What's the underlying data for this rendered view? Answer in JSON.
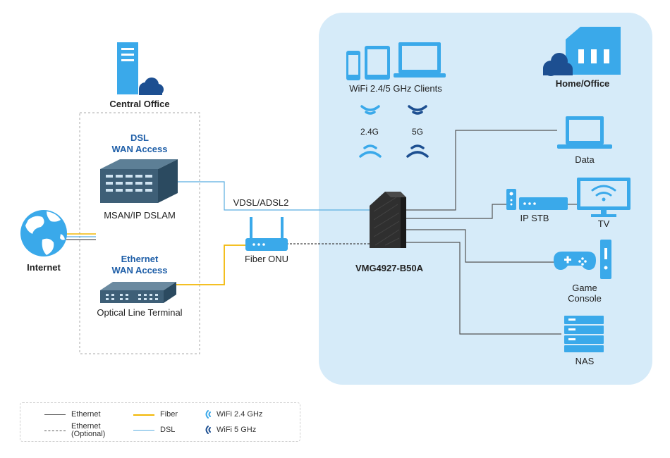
{
  "nodes": {
    "central_office": "Central Office",
    "dsl_wan": [
      "DSL",
      "WAN Access"
    ],
    "msan": "MSAN/IP DSLAM",
    "ethernet_wan": [
      "Ethernet",
      "WAN Access"
    ],
    "olt": "Optical Line Terminal",
    "internet": "Internet",
    "fiber_onu": "Fiber ONU",
    "vdsl": "VDSL/ADSL2",
    "router": "VMG4927-B50A",
    "wifi_clients": "WiFi 2.4/5 GHz Clients",
    "band_24": "2.4G",
    "band_5": "5G",
    "home_office": "Home/Office",
    "data": "Data",
    "ip_stb": "IP STB",
    "tv": "TV",
    "game_console": [
      "Game",
      "Console"
    ],
    "nas": "NAS"
  },
  "legend": {
    "ethernet": "Ethernet",
    "ethernet_optional": [
      "Ethernet",
      "(Optional)"
    ],
    "fiber": "Fiber",
    "dsl": "DSL",
    "wifi24": "WiFi 2.4 GHz",
    "wifi5": "WiFi 5 GHz"
  },
  "colors": {
    "home_bg": "#d6ebf9",
    "light_blue": "#3aa9ea",
    "dark_blue": "#1d4f91",
    "fiber": "#f2b705",
    "dsl": "#5aaee0",
    "ethernet": "#555555",
    "title_blue": "#1f5fa8"
  }
}
